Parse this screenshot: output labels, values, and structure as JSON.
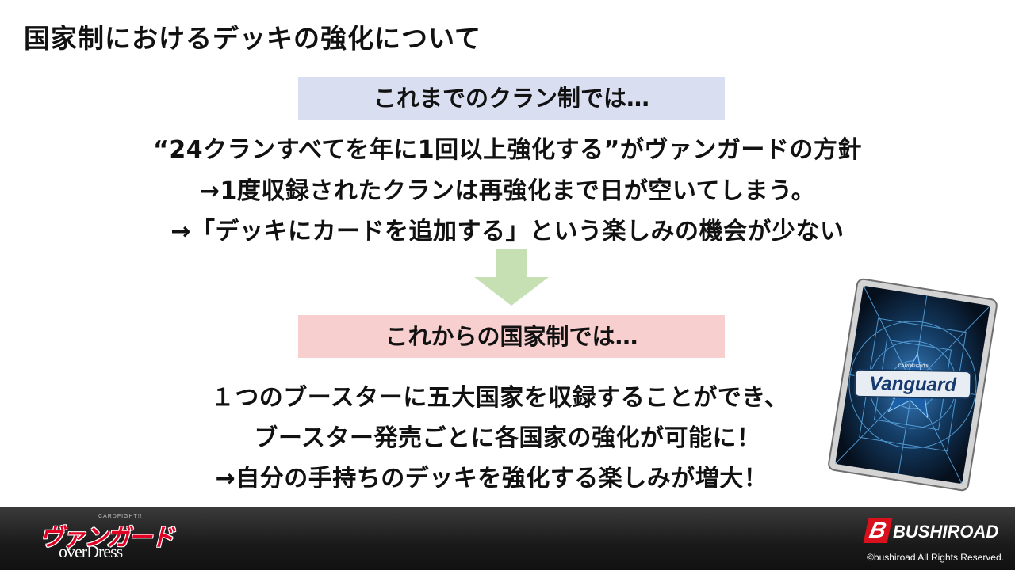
{
  "title": "国家制におけるデッキの強化について",
  "old_system": {
    "heading": "これまでのクラン制では…",
    "lines": [
      "“24クランすべてを年に1回以上強化する”がヴァンガードの方針",
      "→1度収録されたクランは再強化まで日が空いてしまう。",
      "→「デッキにカードを追加する」という楽しみの機会が少ない"
    ]
  },
  "new_system": {
    "heading": "これからの国家制では…",
    "lines": [
      "１つのブースターに五大国家を収録することができ、",
      "ブースター発売ごとに各国家の強化が可能に！",
      "→自分の手持ちのデッキを強化する楽しみが増大！"
    ]
  },
  "card_back": {
    "brand_small": "CARDFIGHT!!",
    "brand": "Vanguard"
  },
  "footer": {
    "logo_small": "CARDFIGHT!!",
    "logo_main": "ヴァンガード",
    "logo_sub": "overDress",
    "publisher": "BUSHIROAD",
    "copyright": "©bushiroad All Rights Reserved."
  },
  "colors": {
    "old_banner": "#d9def1",
    "new_banner": "#f8cfcf",
    "arrow": "#c6e0b4",
    "footer": "#1a1a1a",
    "brand_red": "#d8111c"
  },
  "icons": [
    "down-arrow-icon",
    "card-back-image",
    "vanguard-logo",
    "bushiroad-logo"
  ]
}
